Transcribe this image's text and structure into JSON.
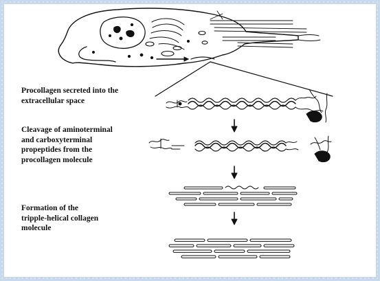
{
  "steps": [
    {
      "lines": [
        "Procollagen secreted into the",
        "extracellular space"
      ]
    },
    {
      "lines": [
        "Cleavage of aminoterminal",
        "and carboxyterminal",
        "propeptides from the",
        "procollagen molecule"
      ]
    },
    {
      "lines": [
        "Formation of the",
        "tripple-helical collagen",
        "molecule"
      ]
    }
  ]
}
